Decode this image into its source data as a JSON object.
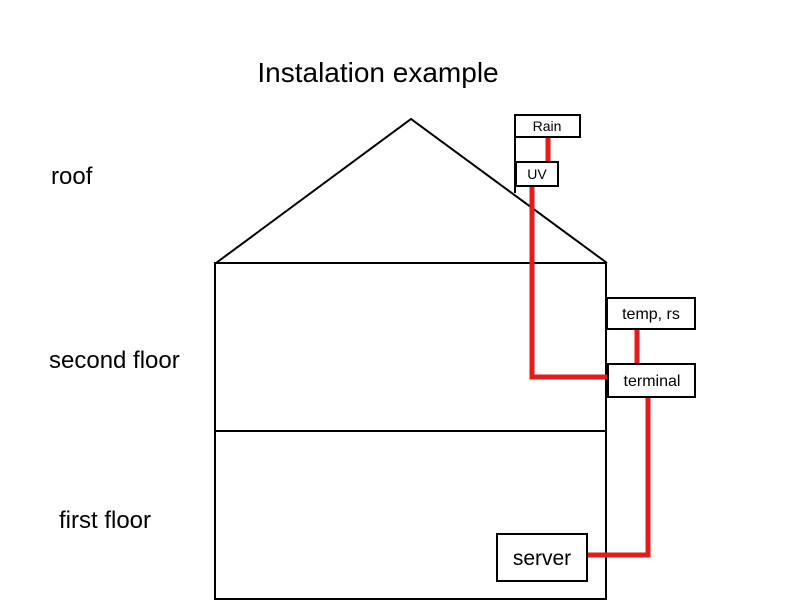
{
  "title": "Instalation example",
  "floors": {
    "roof": "roof",
    "second": "second floor",
    "first": "first floor"
  },
  "devices": {
    "rain": "Rain",
    "uv": "UV",
    "temp_rs": "temp, rs",
    "terminal": "terminal",
    "server": "server"
  },
  "colors": {
    "cable": "#e31b1b",
    "outline": "#000000",
    "background": "#ffffff"
  }
}
